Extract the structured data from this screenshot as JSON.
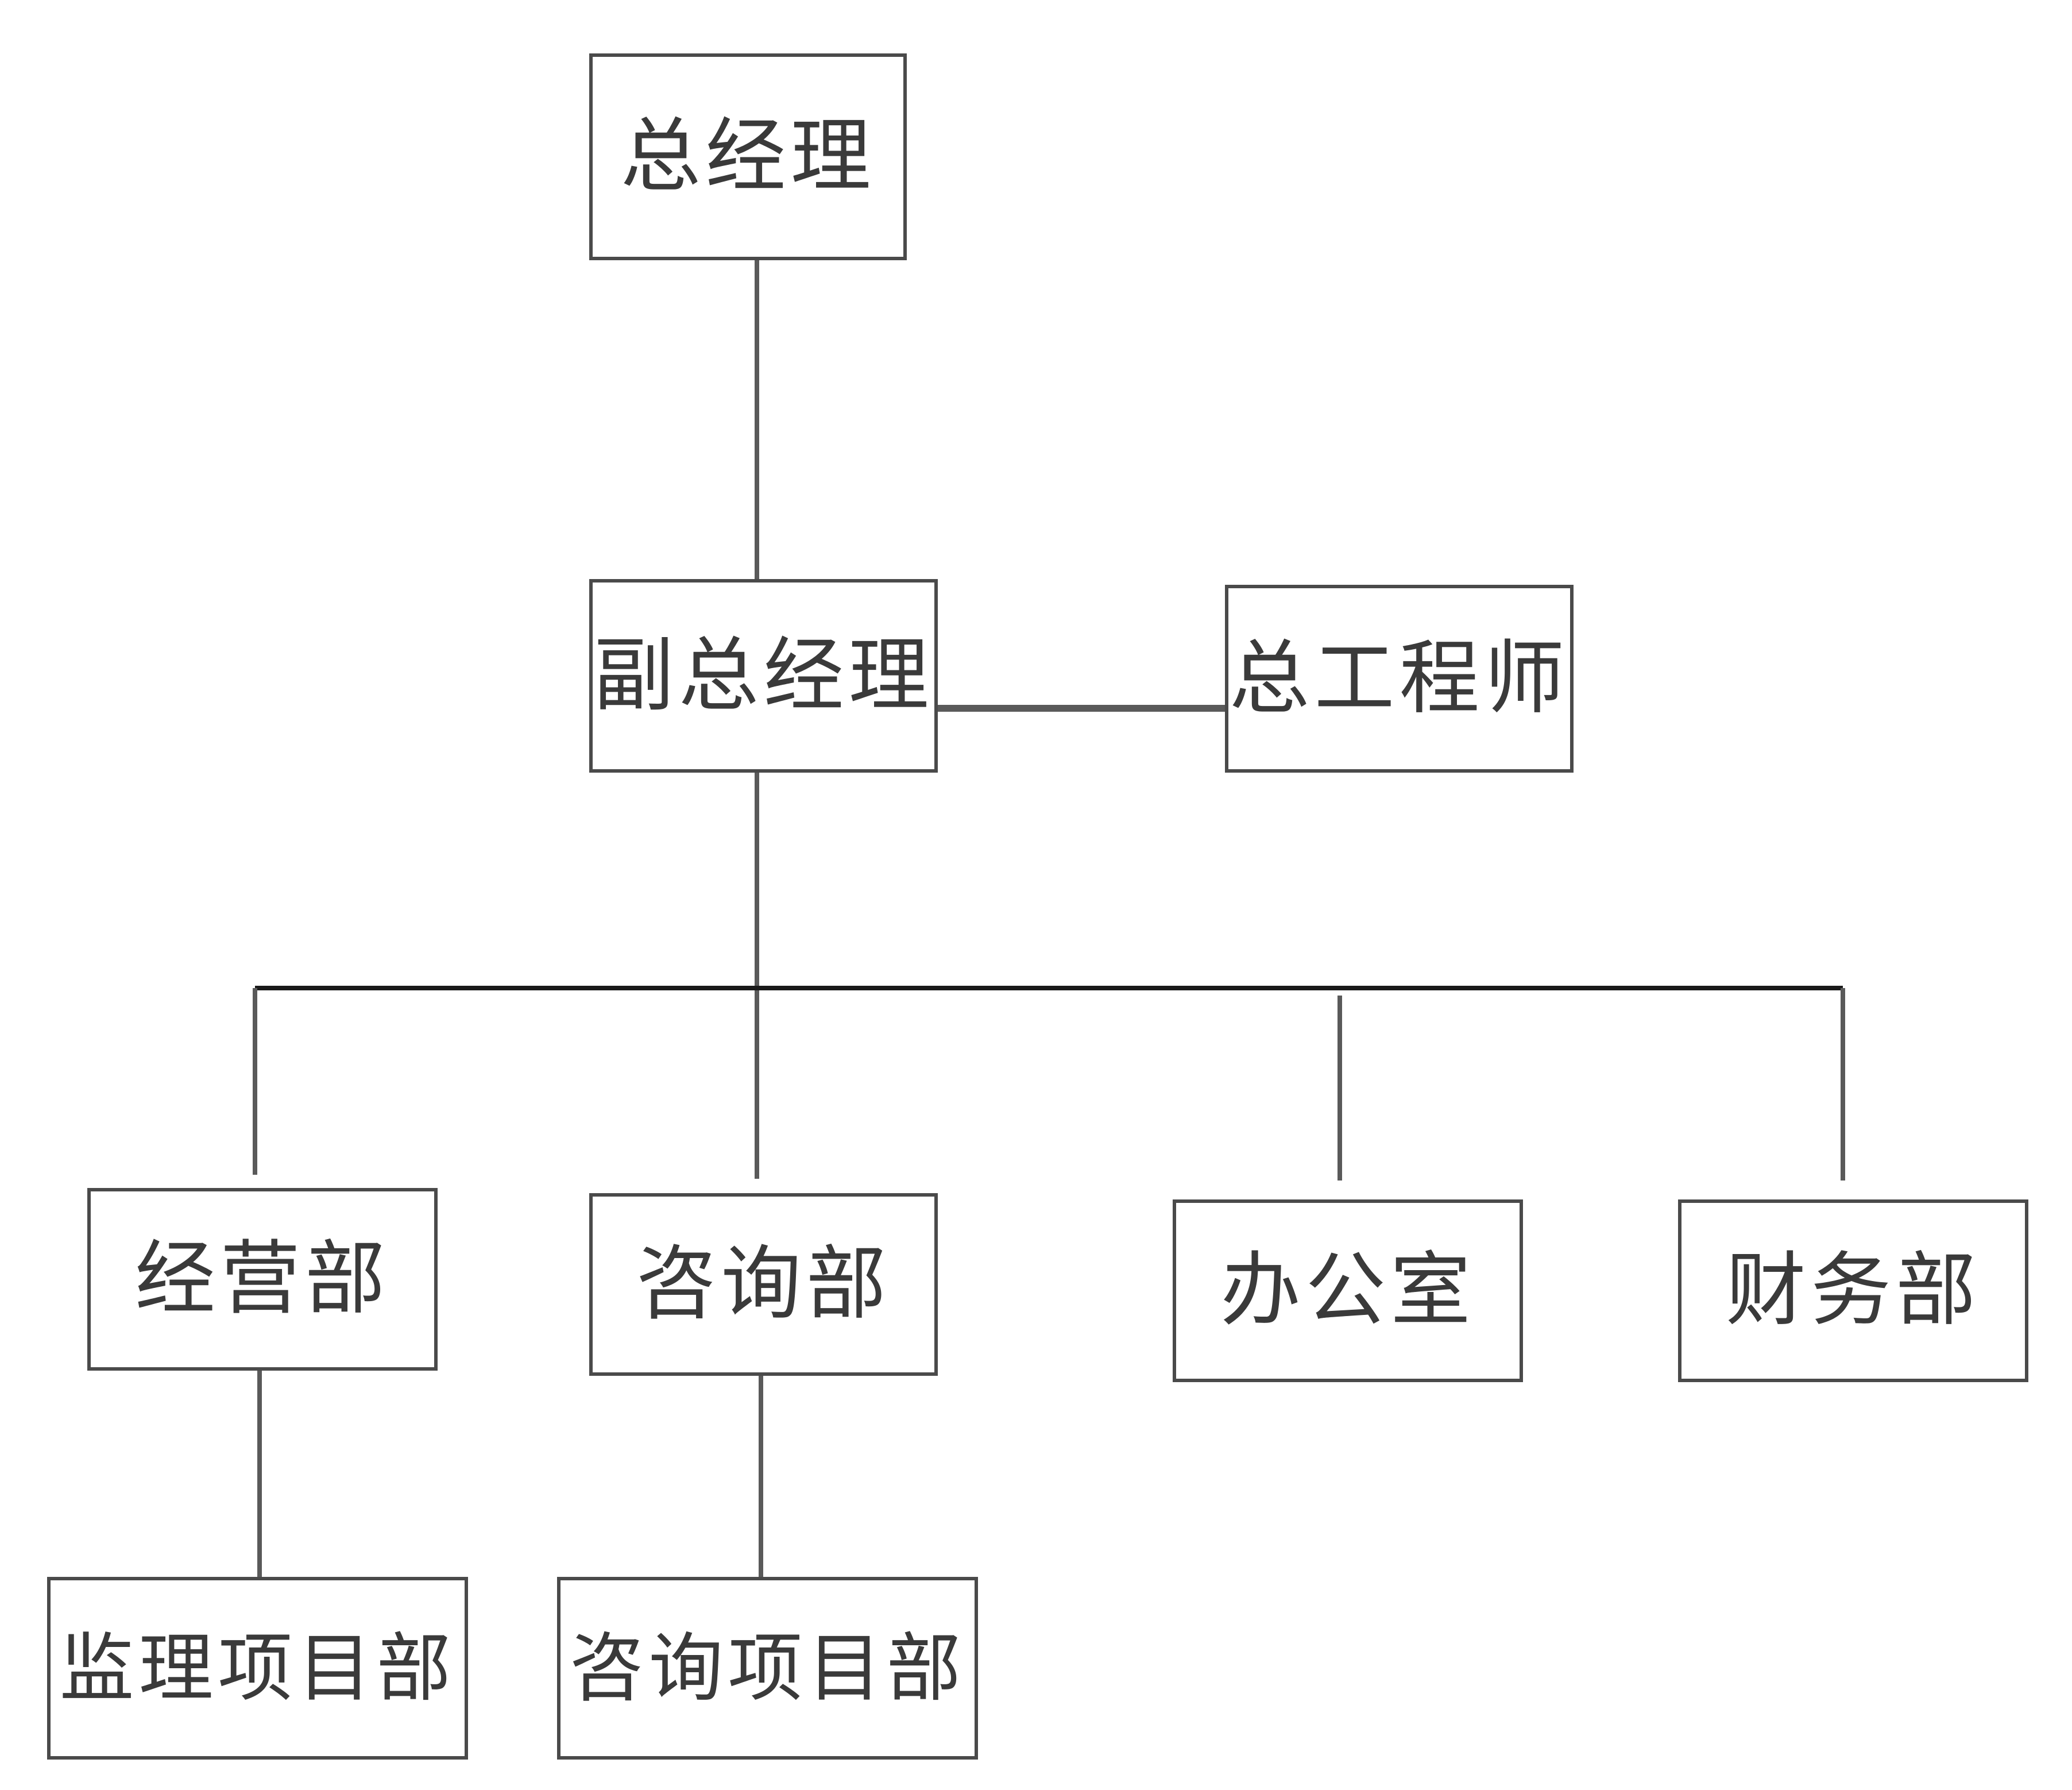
{
  "org_chart": {
    "general_manager": "总经理",
    "deputy_general_manager": "副总经理",
    "chief_engineer": "总工程师",
    "departments": [
      {
        "label": "经营部",
        "sub_unit": "监理项目部"
      },
      {
        "label": "咨询部",
        "sub_unit": "咨询项目部"
      },
      {
        "label": "办公室"
      },
      {
        "label": "财务部"
      }
    ]
  },
  "colors": {
    "line": "#5a5a5a",
    "bus_line": "#1a1a1a",
    "border": "#4a4a4a",
    "text": "#3a3a3a"
  }
}
